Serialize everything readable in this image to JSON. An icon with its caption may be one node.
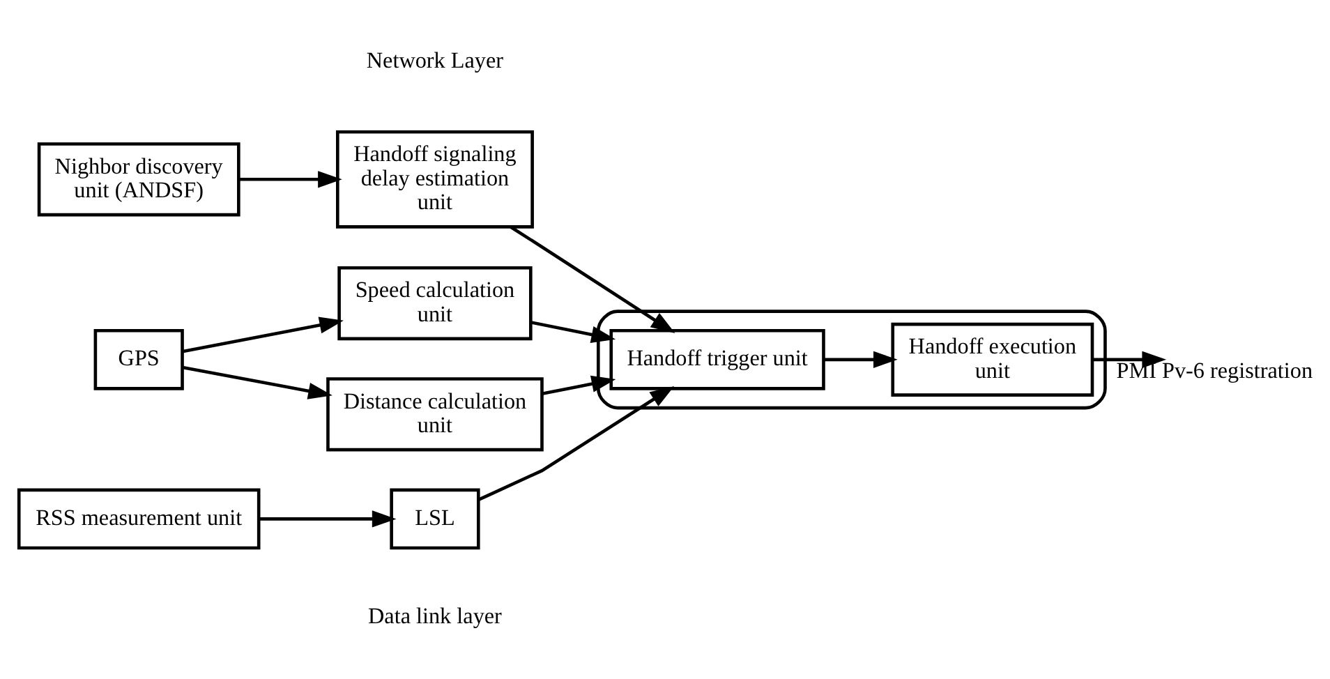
{
  "diagram": {
    "nodes": [
      {
        "text": [
          "Nighbor discovery unit (ANDSF)"
        ]
      },
      {
        "text": [
          "Handoff signaling delay estimation unit"
        ]
      },
      {
        "text": [
          "GPS"
        ]
      },
      {
        "text": [
          "Speed calculation unit"
        ]
      },
      {
        "text": [
          "Distance calculation unit"
        ]
      },
      {
        "text": [
          "RSS measurement unit"
        ]
      },
      {
        "text": [
          "LSL"
        ]
      },
      {
        "text": [],
        "shape": "cylinder"
      },
      {
        "text": [
          "Handoff trigger unit"
        ],
        "in": 7
      },
      {
        "text": [
          "Handoff execution unit"
        ],
        "in": 7
      }
    ],
    "edges": [
      {
        "from": 0,
        "to": 1,
        "arrow": "to"
      },
      {
        "from": 1,
        "to": 8,
        "arrow": "to"
      },
      {
        "from": 2,
        "to": 3,
        "arrow": "to"
      },
      {
        "from": 2,
        "to": 4,
        "arrow": "to"
      },
      {
        "from": 3,
        "to": 8,
        "arrow": "to"
      },
      {
        "from": 4,
        "to": 8,
        "arrow": "to"
      },
      {
        "from": 5,
        "to": 6,
        "arrow": "to"
      },
      {
        "from": 6,
        "to": 8,
        "arrow": "to"
      },
      {
        "from": 8,
        "to": 9,
        "arrow": "to"
      },
      {
        "from": 9,
        "to": null,
        "label": "PMI Pv-6 registration",
        "arrow": "to"
      }
    ],
    "labels": [
      "Network Layer",
      "Data link layer"
    ]
  }
}
